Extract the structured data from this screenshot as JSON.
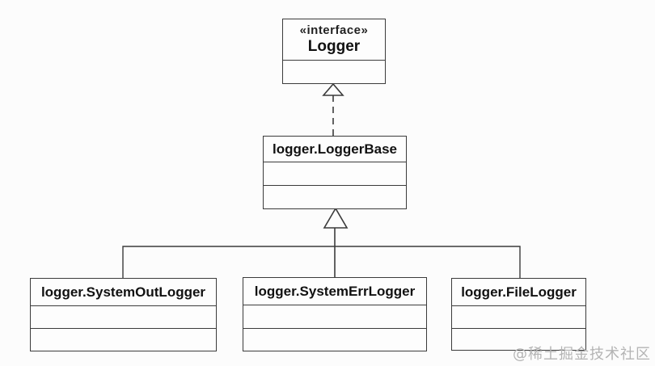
{
  "diagram": {
    "type": "uml-class-diagram",
    "interface_box": {
      "stereotype": "«interface»",
      "name": "Logger"
    },
    "base_class_box": {
      "name": "logger.LoggerBase"
    },
    "subclass_boxes": [
      {
        "name": "logger.SystemOutLogger"
      },
      {
        "name": "logger.SystemErrLogger"
      },
      {
        "name": "logger.FileLogger"
      }
    ],
    "relationships": [
      {
        "from": "logger.LoggerBase",
        "to": "Logger",
        "type": "realization",
        "line": "dashed",
        "arrow": "hollow-triangle"
      },
      {
        "from": "logger.SystemOutLogger",
        "to": "logger.LoggerBase",
        "type": "generalization",
        "line": "solid",
        "arrow": "hollow-triangle"
      },
      {
        "from": "logger.SystemErrLogger",
        "to": "logger.LoggerBase",
        "type": "generalization",
        "line": "solid",
        "arrow": "hollow-triangle"
      },
      {
        "from": "logger.FileLogger",
        "to": "logger.LoggerBase",
        "type": "generalization",
        "line": "solid",
        "arrow": "hollow-triangle"
      }
    ],
    "colors": {
      "line": "#3b3b3b",
      "text": "#111111",
      "background": "#fcfcfc",
      "watermark": "#b4b4b4"
    }
  },
  "watermark": {
    "text": "@稀土掘金技术社区"
  }
}
